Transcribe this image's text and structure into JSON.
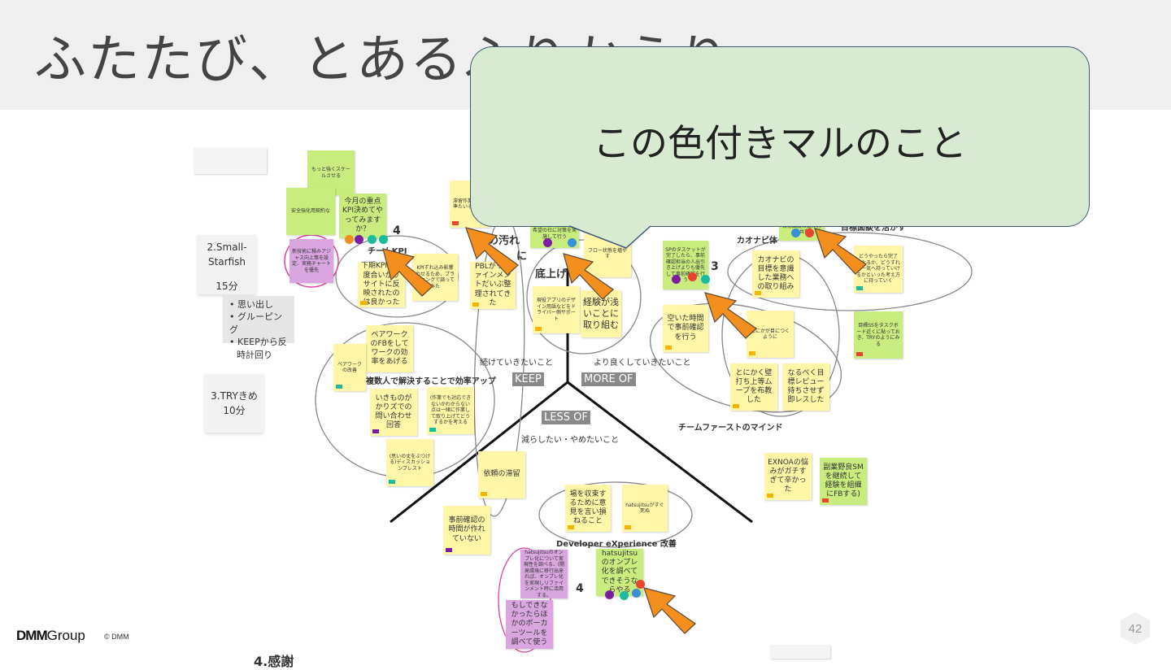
{
  "title": "ふたたび、とあるふりかえり",
  "callout": {
    "text": "この色付きマルのこと"
  },
  "side": {
    "step2": {
      "line1": "2.Small-",
      "line2": "Starfish",
      "line3": "15分"
    },
    "steps": [
      "思い出し",
      "グルーピング",
      "KEEPから反時計回り"
    ],
    "step3": {
      "line1": "3.TRYきめ",
      "line2": "10分"
    }
  },
  "board": {
    "labels": {
      "keep_desc": "続けていきたいこと",
      "keep": "KEEP",
      "more_desc": "より良くしていきたいこと",
      "more": "MORE OF",
      "less": "LESS OF",
      "less_desc": "減らしたい・やめたいこと",
      "team_kpi": "チームKPI",
      "multi_person": "複数人で解決することで効率アップ",
      "team_first": "チームファーストのマインド",
      "dx": "Developer eXperience 改善",
      "partial_soko": "底上げ",
      "partial_kanabi": "カオナビ体",
      "partial_mokuhyo": "目標面談を活かす",
      "partial_yogore": "の汚れ",
      "partial_ni": "に",
      "num_kpi": "4",
      "num_center": "3",
      "num_bottom": "4",
      "bottom_cut": "4.感謝"
    },
    "notes": {
      "motto": "もっと強くスケールさせる",
      "anzen": "安全強化用契約な",
      "kpi_q": "今月の重点KPI決めてやってみますか？",
      "kpi_hanei": "下期KPIを心度合いがりサイトに反映されたのは良かった",
      "kpi_komi": "KPIずれ込み影響のせるため、プランニングで調ってみた",
      "circle_purple": "新技術に積みアジャス向上策を設定、実務チャートを優先",
      "pbl": "PBLがリファインメントだいぶ整理されてきた",
      "taiou": "滞留作業達成基準たいるか決め",
      "kibou": "希望の社に対策を実施して行う",
      "flow": "フロー状態を増やす",
      "keiken": "経験が浅いことに取り組む",
      "design": "現役アプリのデザイン用語などをドライバー側サポート",
      "sp": "SPのタスケットが完了したら、事前確認担当の人出引き上げよりも優先して事前確認を行う",
      "aita": "空いた時間で事前確認を行う",
      "kanabi": "カオナビの目標を意識した業務への取り組み",
      "kanabi2": "目標面談の進み方を共有",
      "dou": "どうやったら完了となるか、どうすれば一気へ持っていけるかといった考え方に持っていく",
      "mokuhyo_ss": "目標SSをタスクボード近くに貼っておき、TRYのようにみる",
      "nanika": "なにかが目につくように",
      "tonikaku": "とにかく壁打ち上等ムーブを布教した",
      "narubeku": "なるべく目標レビュー待ちさせず即レスした",
      "pair": "ペアワークのFBをしてワークの効率をあげる",
      "pair2": "ペアワークの改善",
      "ikimono": "いきものがかりズでの問い合わせ回答",
      "sagyou": "(作業でも対応できないかわからない点は一緒に作業して取り上げてどうするかを考える",
      "omoi": "(思いの丈をぶつける)ディスカッションブレスト",
      "irai": "依頼の滞留",
      "jizen": "事前確認の時間が作れていない",
      "ba": "場を収束するために意見を言い損ねること",
      "hatsujitsu_soku": "hatsujitsuがすぐ死ぬ",
      "hatsujitsu_onp": "hatsujitsuのオンプレ化を調べてできそうならやる",
      "hatsujitsu_p": "hatsujitsuのオンプレ化について実現性を調べる、(開発環境に移行出来れば、オンプレ化を実現しリファインメント時に活用する。",
      "moshi": "もしできなかったらほかのボーカーツールを調べて使う",
      "exnoa": "EXNOAの悩みがガチすぎて辛かった",
      "fukugyo": "副業野良SMを継続して経験を組織にFBする)"
    }
  },
  "colors": {
    "orange": "#f48e1d",
    "purple": "#7b1fa2",
    "teal": "#1abc9c",
    "blue": "#3a8fd9",
    "red": "#e8442e",
    "callout_bg": "#d9ead3",
    "callout_border": "#3b5a75"
  },
  "footer": {
    "logo_bold": "DMM",
    "logo_light": "Group",
    "copyright": "© DMM",
    "page": "42"
  }
}
